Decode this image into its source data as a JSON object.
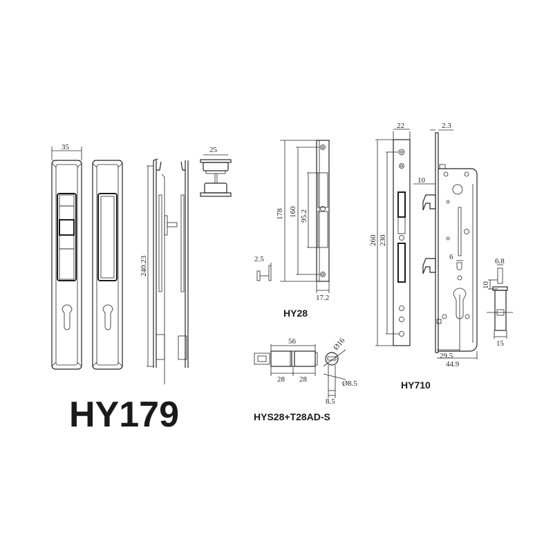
{
  "drawing": {
    "background": "#ffffff",
    "line_color": "#222222"
  },
  "products": [
    {
      "id": "hy179",
      "label": "HY179",
      "dimensions": {
        "width": "35",
        "length": "240.23",
        "cylinder_width": "25"
      }
    },
    {
      "id": "hy28",
      "label": "HY28",
      "dimensions": {
        "overall_height": "178",
        "hole_spacing": "160",
        "slot_length": "95.2",
        "width": "17.2",
        "screw_head": "2.5"
      }
    },
    {
      "id": "hys28",
      "label": "HYS28+T28AD-S",
      "dimensions": {
        "total_length": "56",
        "half_left": "28",
        "half_right": "28",
        "head_diameter": "Ø16",
        "shaft_diameter": "Ø8.5",
        "shaft_width": "8.5"
      }
    },
    {
      "id": "hy710",
      "label": "HY710",
      "dimensions": {
        "strike_width": "22",
        "strike_length": "260",
        "strike_hole_spacing": "230",
        "faceplate_thickness": "2.3",
        "hook_projection": "10",
        "slot_width": "6",
        "backset": "29.5",
        "case_width": "44.9",
        "bolt_width": "6.8",
        "bolt_projection": "10",
        "bolt_body_width": "15"
      }
    }
  ]
}
